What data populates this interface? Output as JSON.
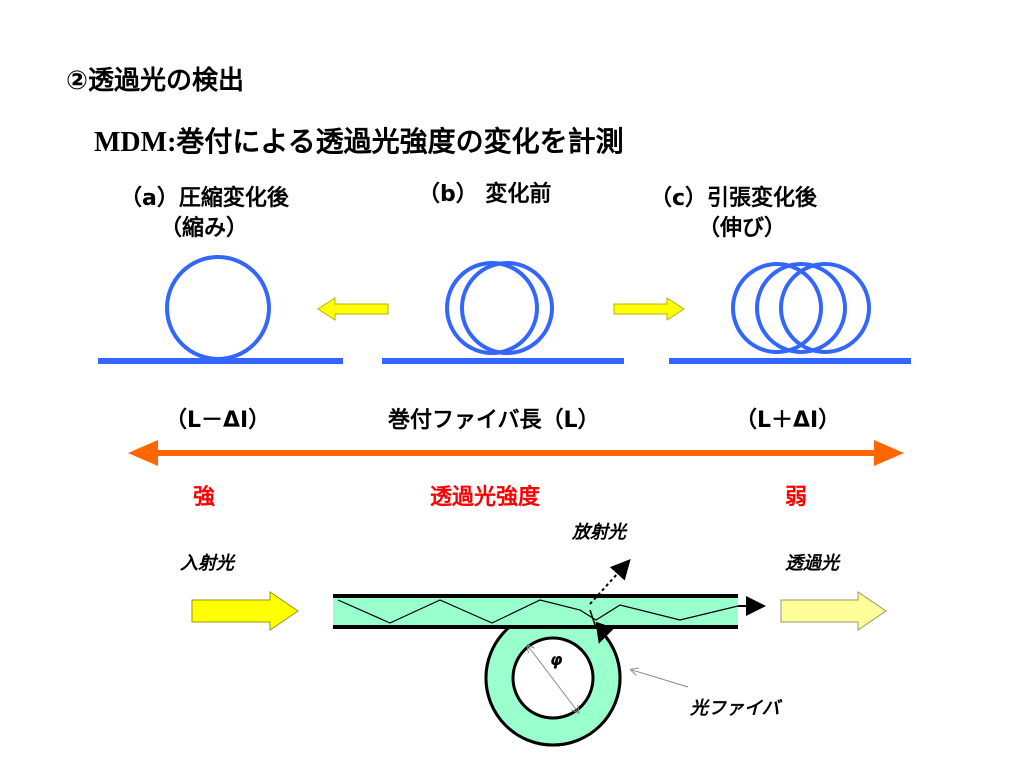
{
  "heading": "②透過光の検出",
  "subtitle_prefix": "MDM:",
  "subtitle_rest": "巻付による透過光強度の変化を計測",
  "states": {
    "a": {
      "line1": "（a）圧縮変化後",
      "line2": "（縮み）"
    },
    "b": {
      "line1": "（b） 変化前"
    },
    "c": {
      "line1": "（c）引張変化後",
      "line2": "（伸び）"
    }
  },
  "lengths": {
    "left": "（L－ΔI）",
    "center": "巻付ファイバ長（L）",
    "right": "（L＋ΔI）"
  },
  "intensity": {
    "strong": "強",
    "label": "透過光強度",
    "weak": "弱"
  },
  "bottom_diagram": {
    "incident": "入射光",
    "radiated": "放射光",
    "transmitted": "透過光",
    "fiber": "光ファイバ",
    "diameter_symbol": "φ"
  },
  "colors": {
    "fiber_blue": "#3366ff",
    "arrow_yellow": "#ffff00",
    "arrow_pale_yellow": "#ffff99",
    "intensity_orange": "#ff6600",
    "fiber_cladding": "#99ffcc",
    "red_text": "#ff0000"
  }
}
